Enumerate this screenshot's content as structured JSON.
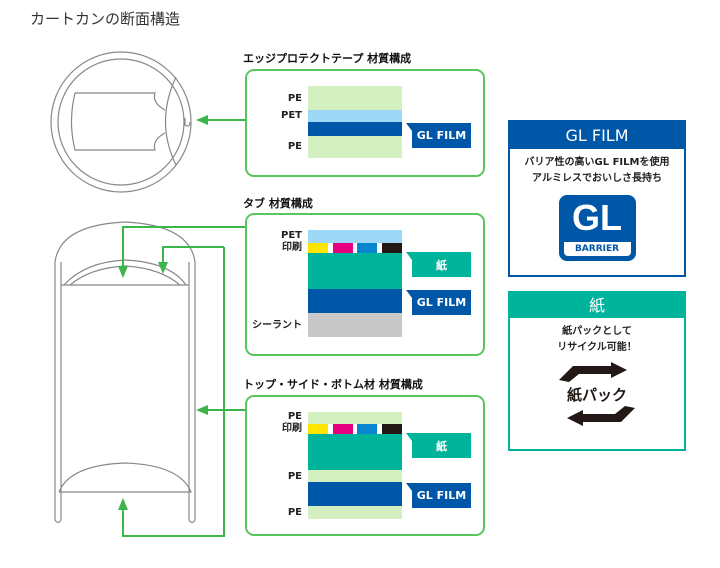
{
  "title": "カートカンの断面構造",
  "sections": [
    {
      "title": "エッジプロテクトテープ 材質構成",
      "labels": {
        "pe1": "PE",
        "pet": "PET",
        "pe2": "PE"
      },
      "tags": {
        "gl": "GL FILM"
      }
    },
    {
      "title": "タブ 材質構成",
      "labels": {
        "pet": "PET",
        "print": "印刷",
        "sealant": "シーラント"
      },
      "tags": {
        "paper": "紙",
        "gl": "GL FILM"
      }
    },
    {
      "title": "トップ・サイド・ボトム材 材質構成",
      "labels": {
        "pe1": "PE",
        "print": "印刷",
        "pe2": "PE",
        "pe3": "PE"
      },
      "tags": {
        "paper": "紙",
        "gl": "GL FILM"
      }
    }
  ],
  "panels": {
    "gl": {
      "header": "GL FILM",
      "line1": "バリア性の高いGL FILMを使用",
      "line2": "アルミレスでおいしさ長持ち",
      "logo_text": "GL",
      "logo_sub": "BARRIER"
    },
    "paper": {
      "header": "紙",
      "line1": "紙パックとして",
      "line2": "リサイクル可能！",
      "logo_text": "紙パック"
    }
  },
  "colors": {
    "green": "#3cb54a",
    "gl": "#0057a8",
    "paper": "#00b49c",
    "pe": "#d4efc0",
    "pet": "#9dd9f7",
    "sealant": "#c8c8c8",
    "print": [
      "#ffe600",
      "#e4007f",
      "#0a86d0",
      "#231815"
    ]
  }
}
